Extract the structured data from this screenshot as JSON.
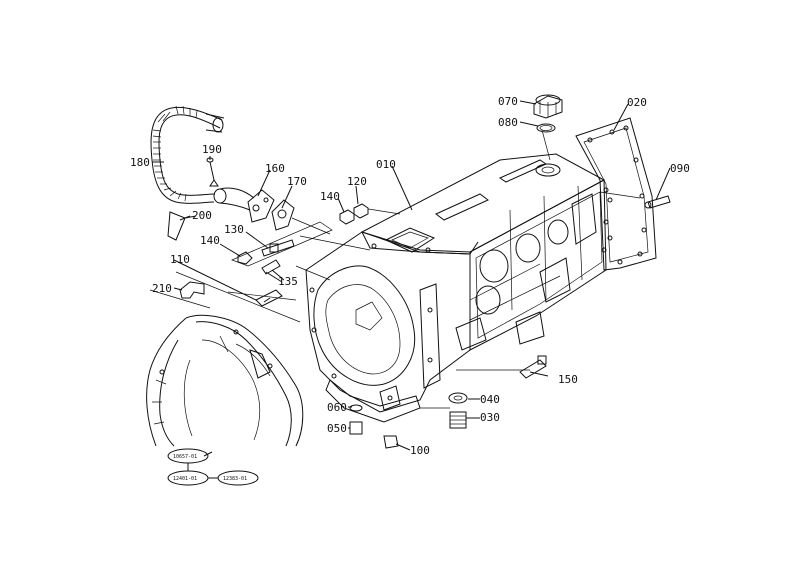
{
  "diagram": {
    "parts": {
      "p010": "010",
      "p020": "020",
      "p030": "030",
      "p040": "040",
      "p050": "050",
      "p060": "060",
      "p070": "070",
      "p080": "080",
      "p090": "090",
      "p100": "100",
      "p110": "110",
      "p120": "120",
      "p130": "130",
      "p135": "135",
      "p140a": "140",
      "p140b": "140",
      "p150": "150",
      "p160": "160",
      "p170": "170",
      "p180": "180",
      "p190": "190",
      "p200": "200",
      "p210": "210"
    },
    "refs": {
      "r1": "10657-01",
      "r2": "12401-01",
      "r3": "12383-01"
    }
  }
}
